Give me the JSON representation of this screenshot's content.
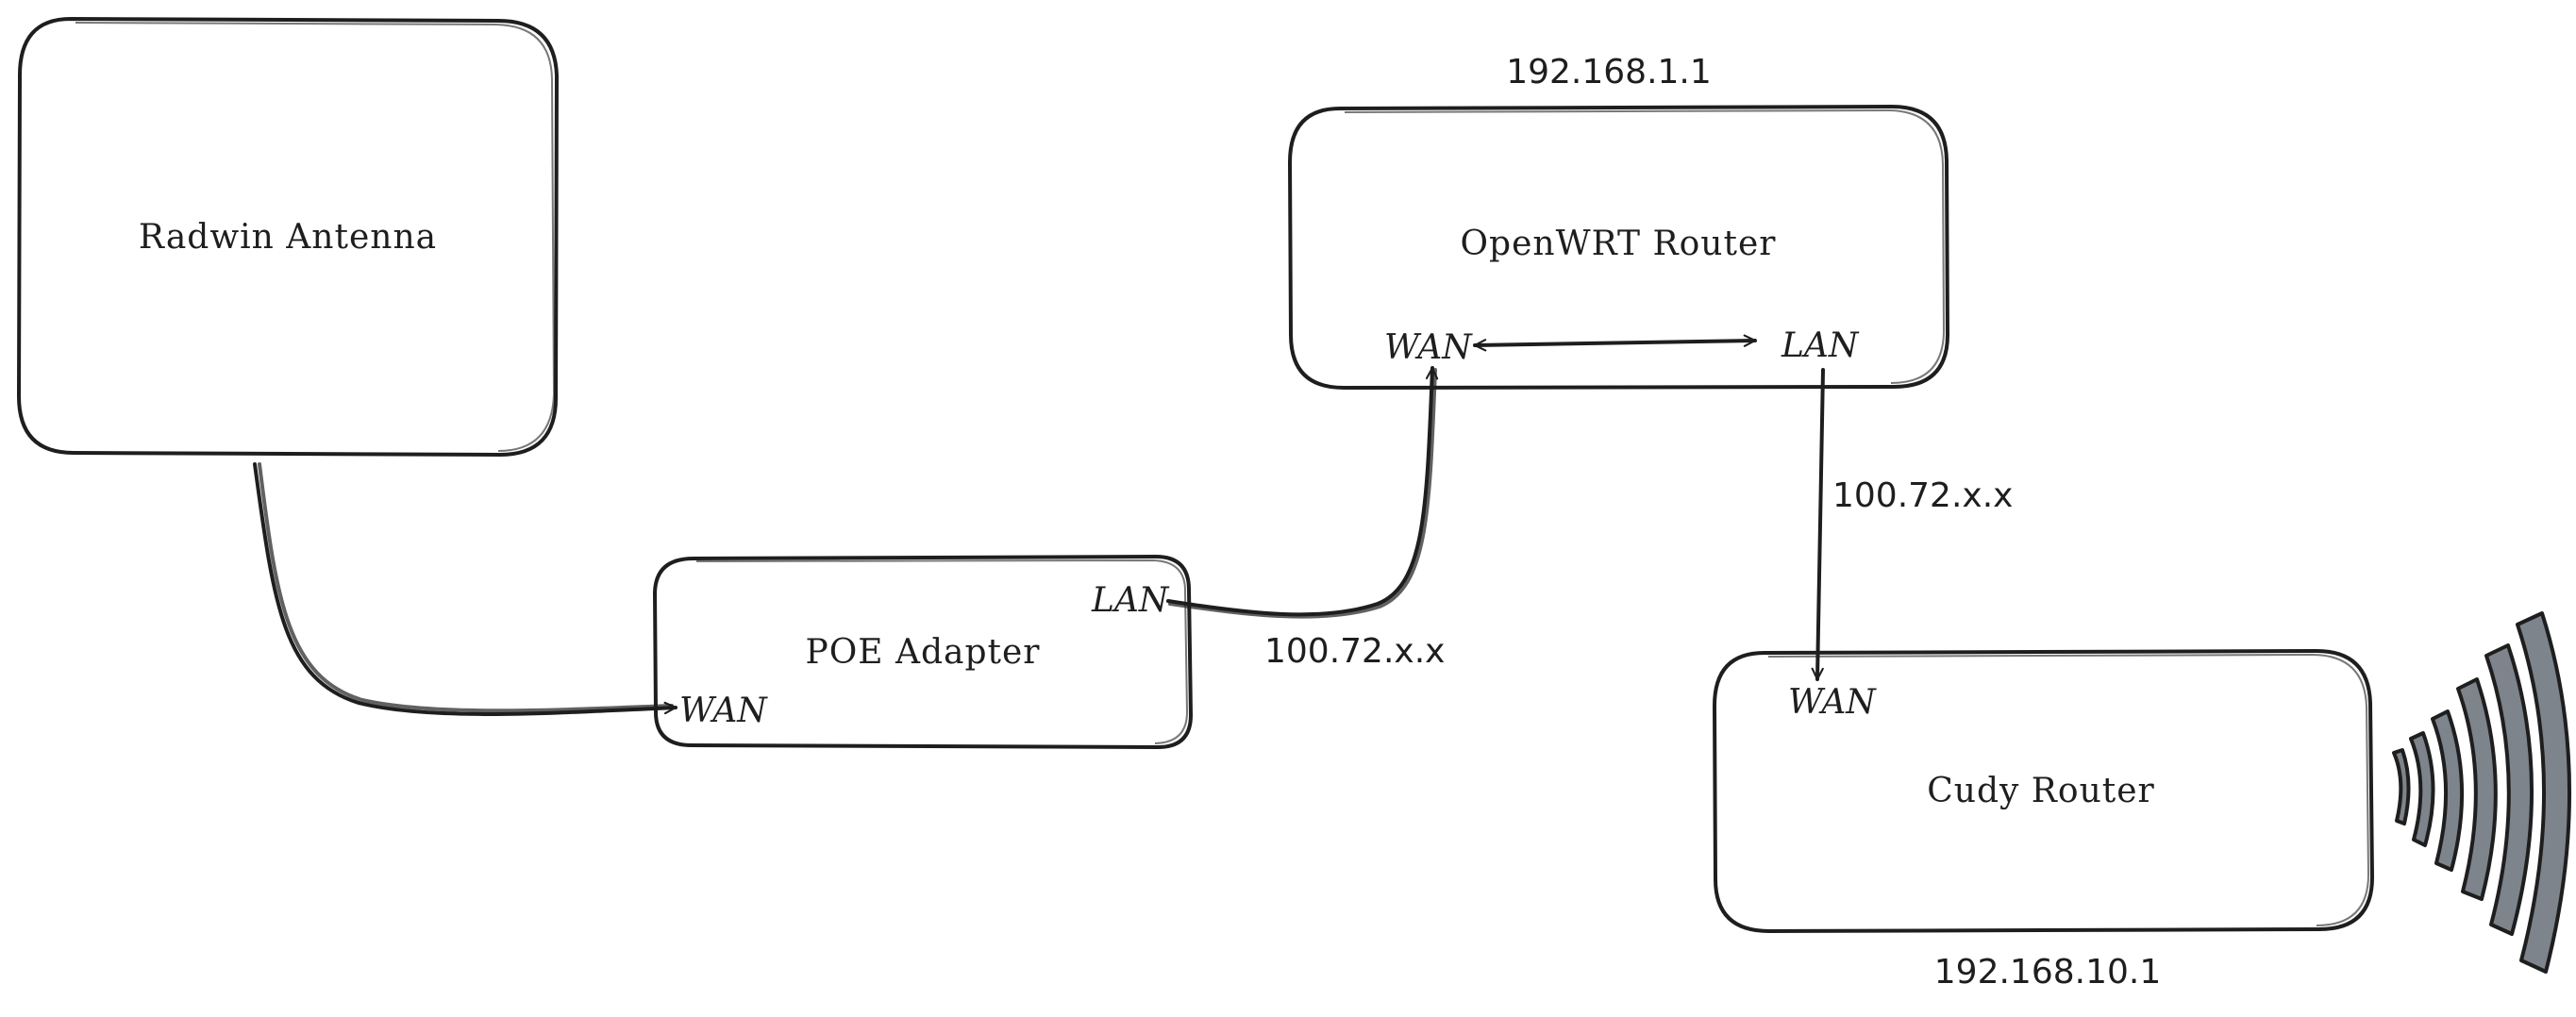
{
  "nodes": {
    "radwin": {
      "label": "Radwin Antenna"
    },
    "poe": {
      "label": "POE Adapter",
      "lan_port": "LAN",
      "wan_port": "WAN"
    },
    "openwrt": {
      "label": "OpenWRT Router",
      "ip": "192.168.1.1",
      "wan_port": "WAN",
      "lan_port": "LAN"
    },
    "cudy": {
      "label": "Cudy Router",
      "ip": "192.168.10.1",
      "wan_port": "WAN"
    }
  },
  "links": {
    "poe_to_openwrt": {
      "label": "100.72.x.x"
    },
    "openwrt_to_cudy": {
      "label": "100.72.x.x"
    }
  },
  "colors": {
    "stroke": "#1e1e1e",
    "wifi_fill": "#7d848b",
    "background": "#ffffff"
  }
}
